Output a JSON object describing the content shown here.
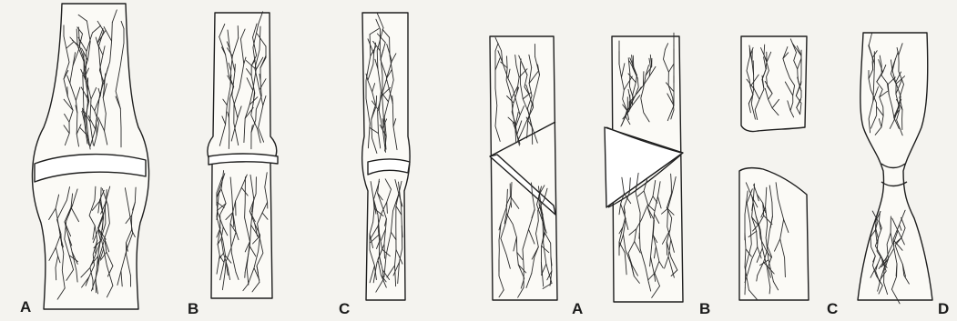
{
  "labels": {
    "left_a": "A",
    "left_b": "B",
    "left_c": "C",
    "right_a": "A",
    "right_b": "B",
    "right_c": "C",
    "right_d": "D"
  },
  "colors": {
    "paper": "#f4f3ef",
    "ink": "#1e1e1e",
    "bone_fill": "#fbfaf6",
    "gap_fill": "#ffffff"
  }
}
